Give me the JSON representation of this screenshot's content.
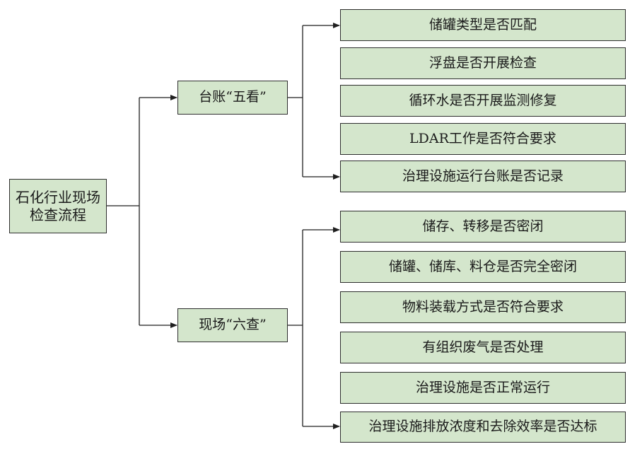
{
  "root": {
    "label": "石化行业现场检查流程"
  },
  "branches": [
    {
      "label": "台账“五看”",
      "items": [
        "储罐类型是否匹配",
        "浮盘是否开展检查",
        "循环水是否开展监测修复",
        "LDAR工作是否符合要求",
        "治理设施运行台账是否记录"
      ]
    },
    {
      "label": "现场“六查”",
      "items": [
        "储存、转移是否密闭",
        "储罐、储库、料仓是否完全密闭",
        "物料装载方式是否符合要求",
        "有组织废气是否处理",
        "治理设施是否正常运行",
        "治理设施排放浓度和去除效率是否达标"
      ]
    }
  ],
  "colors": {
    "box_fill": "#d4e6cc",
    "border": "#2e2e2e",
    "line": "#1f1f1f"
  }
}
